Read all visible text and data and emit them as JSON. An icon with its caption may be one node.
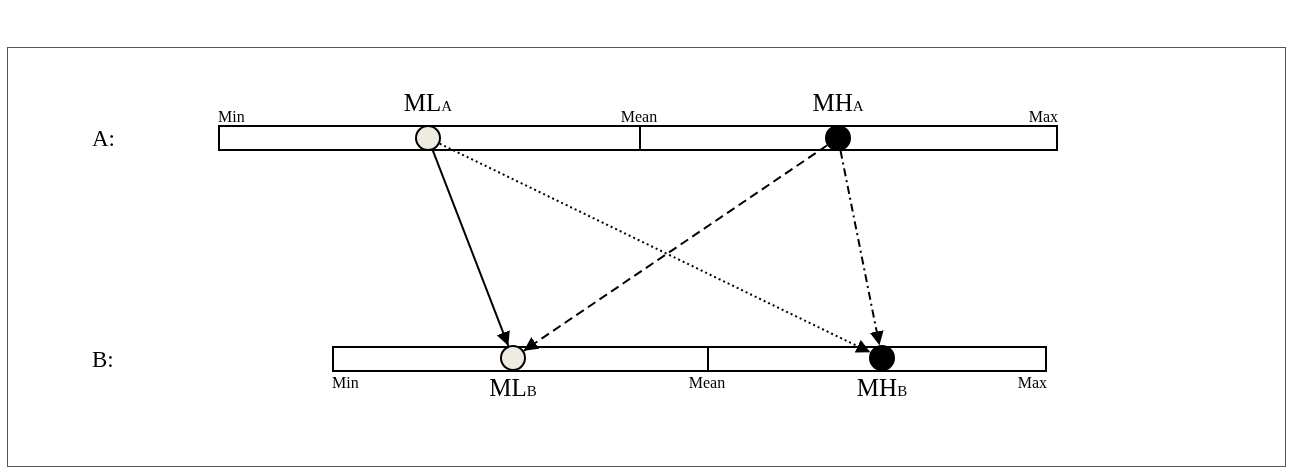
{
  "diagram": {
    "nodes": [
      {
        "text": [
          "Min",
          "Mean",
          "Max"
        ]
      },
      {
        "text": [
          "ML$_{A}$"
        ],
        "in": 0
      },
      {
        "text": [
          "MH$_{A}$"
        ],
        "in": 0
      },
      {
        "text": [
          "Min",
          "Mean",
          "Max"
        ]
      },
      {
        "text": [
          "ML$_{B}$"
        ],
        "in": 3
      },
      {
        "text": [
          "MH$_{B}$"
        ],
        "in": 3
      }
    ],
    "edges": [
      {
        "from": 1,
        "to": 4,
        "arrow": "to"
      },
      {
        "from": 1,
        "to": 5,
        "arrow": "to",
        "style": "dashed"
      },
      {
        "from": 2,
        "to": 4,
        "arrow": "to",
        "style": "dashed"
      },
      {
        "from": 2,
        "to": 5,
        "arrow": "to",
        "style": "dashed"
      }
    ],
    "labels": [
      "A:",
      "B:"
    ]
  }
}
